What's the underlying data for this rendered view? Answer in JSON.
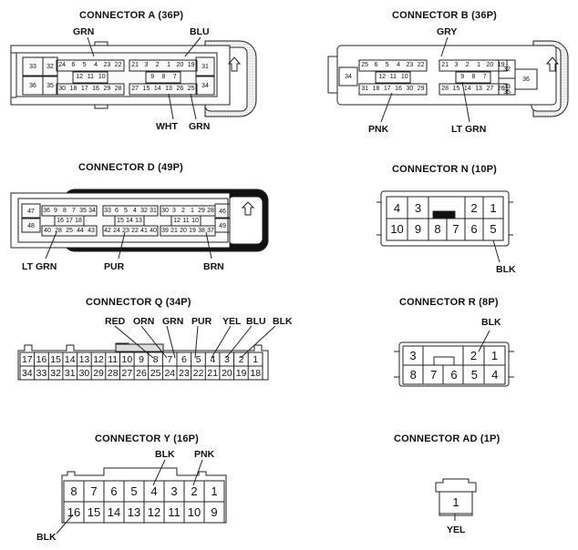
{
  "connectors": {
    "a": {
      "title": "CONNECTOR A (36P)",
      "wires": {
        "grn_top": "GRN",
        "blu": "BLU",
        "wht": "WHT",
        "grn_bottom": "GRN"
      },
      "pins": {
        "top_left": [
          "24",
          "6",
          "5",
          "4",
          "23",
          "22"
        ],
        "mid_left": [
          "12",
          "11",
          "10"
        ],
        "bot_left": [
          "30",
          "18",
          "17",
          "16",
          "29",
          "28"
        ],
        "top_right": [
          "21",
          "3",
          "2",
          "1",
          "20",
          "19"
        ],
        "mid_right": [
          "9",
          "8",
          "7"
        ],
        "bot_right": [
          "27",
          "15",
          "14",
          "13",
          "26",
          "25"
        ],
        "big": [
          "33",
          "32",
          "36",
          "35",
          "31",
          "34"
        ]
      }
    },
    "b": {
      "title": "CONNECTOR B (36P)",
      "wires": {
        "gry": "GRY",
        "pnk": "PNK",
        "lt_grn": "LT GRN"
      },
      "pins": {
        "top_left": [
          "25",
          "6",
          "5",
          "4",
          "23",
          "22"
        ],
        "mid_left": [
          "12",
          "11",
          "10"
        ],
        "bot_left": [
          "31",
          "18",
          "17",
          "16",
          "30",
          "29"
        ],
        "top_right": [
          "21",
          "3",
          "2",
          "1",
          "20",
          "19"
        ],
        "mid_right": [
          "9",
          "8",
          "7"
        ],
        "bot_right": [
          "28",
          "15",
          "14",
          "13",
          "27",
          "26"
        ],
        "big": [
          "34",
          "32",
          "33",
          "36",
          "35"
        ]
      }
    },
    "d": {
      "title": "CONNECTOR D (49P)",
      "wires": {
        "lt_grn": "LT GRN",
        "pur": "PUR",
        "brn": "BRN"
      },
      "pins": {
        "left_top": [
          "36",
          "9",
          "8",
          "7",
          "35",
          "34"
        ],
        "left_mid": [
          "16",
          "17",
          "18"
        ],
        "left_bot": [
          "40",
          "28",
          "25",
          "44",
          "43"
        ],
        "mid_top": [
          "33",
          "6",
          "5",
          "4",
          "32",
          "31"
        ],
        "mid_mid": [
          "15",
          "14",
          "13"
        ],
        "mid_bot": [
          "42",
          "24",
          "23",
          "22",
          "41",
          "40"
        ],
        "right_top": [
          "30",
          "3",
          "2",
          "1",
          "29",
          "28"
        ],
        "right_mid": [
          "12",
          "11",
          "10"
        ],
        "right_bot": [
          "39",
          "21",
          "20",
          "19",
          "38",
          "37"
        ],
        "big": [
          "47",
          "48",
          "46",
          "49"
        ]
      }
    },
    "n": {
      "title": "CONNECTOR N (10P)",
      "wires": {
        "blk": "BLK"
      },
      "pins": {
        "top": [
          "4",
          "3",
          "2",
          "1"
        ],
        "bottom": [
          "10",
          "9",
          "8",
          "7",
          "6",
          "5"
        ]
      }
    },
    "q": {
      "title": "CONNECTOR Q (34P)",
      "wires": [
        "RED",
        "ORN",
        "GRN",
        "PUR",
        "YEL",
        "BLU",
        "BLK"
      ],
      "pins": {
        "top": [
          "17",
          "16",
          "15",
          "14",
          "13",
          "12",
          "11",
          "10",
          "9",
          "8",
          "7",
          "6",
          "5",
          "4",
          "3",
          "2",
          "1"
        ],
        "bottom": [
          "34",
          "33",
          "32",
          "31",
          "30",
          "29",
          "28",
          "27",
          "26",
          "25",
          "24",
          "23",
          "22",
          "21",
          "20",
          "19",
          "18"
        ]
      }
    },
    "r": {
      "title": "CONNECTOR R (8P)",
      "wires": {
        "blk": "BLK"
      },
      "pins": {
        "top": [
          "3",
          "2",
          "1"
        ],
        "bottom": [
          "8",
          "7",
          "6",
          "5",
          "4"
        ]
      }
    },
    "y": {
      "title": "CONNECTOR Y (16P)",
      "wires": {
        "blk_top": "BLK",
        "pnk": "PNK",
        "blk_bottom": "BLK"
      },
      "pins": {
        "top": [
          "8",
          "7",
          "6",
          "5",
          "4",
          "3",
          "2",
          "1"
        ],
        "bottom": [
          "16",
          "15",
          "14",
          "13",
          "12",
          "11",
          "10",
          "9"
        ]
      }
    },
    "ad": {
      "title": "CONNECTOR AD (1P)",
      "wires": {
        "yel": "YEL"
      },
      "pins": {
        "single": "1"
      }
    }
  }
}
